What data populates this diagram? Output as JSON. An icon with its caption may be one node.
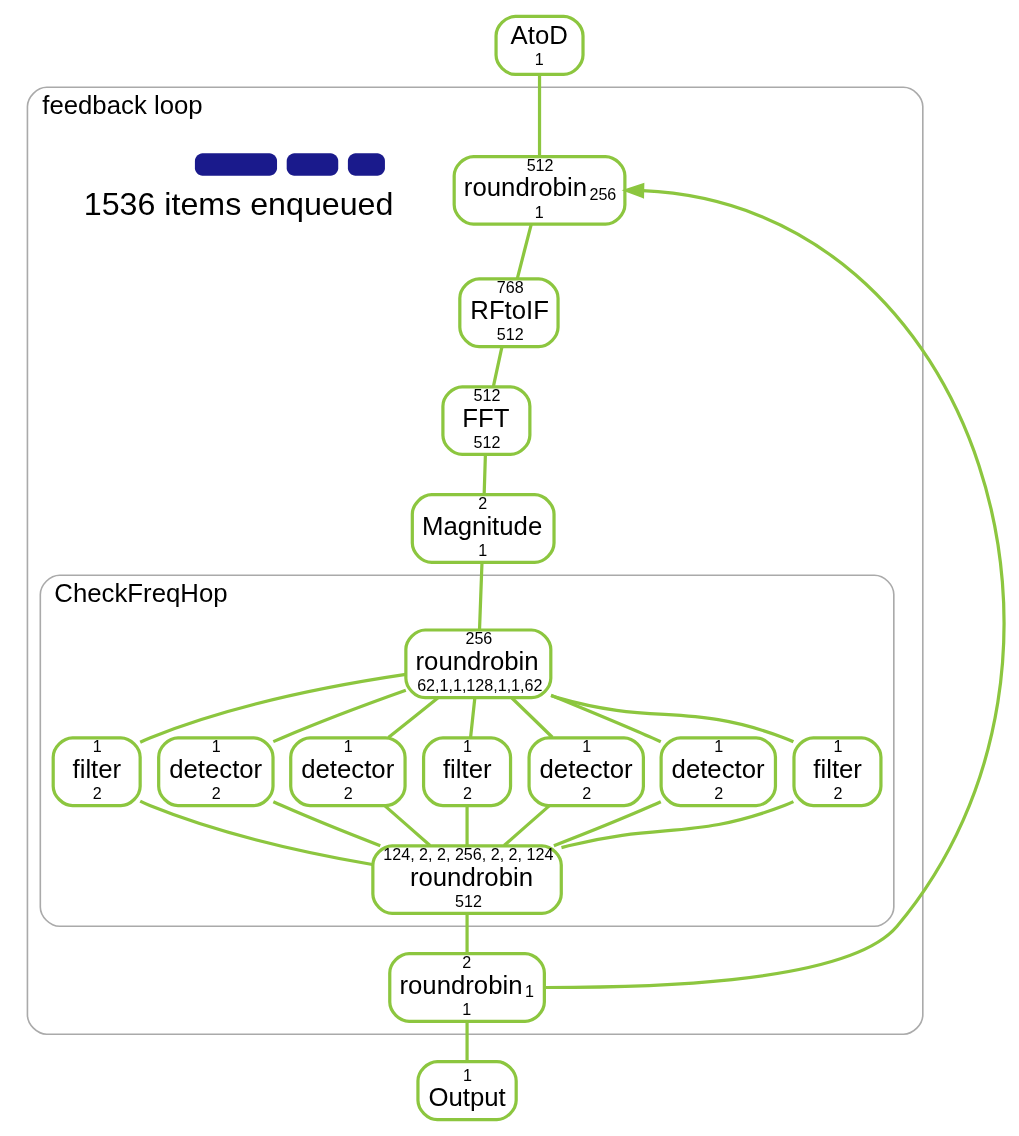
{
  "diagram": {
    "nodes": [
      {
        "text": [
          "AtoD",
          "1"
        ]
      },
      {
        "text": [
          "feedback loop"
        ]
      },
      {
        "text": [
          "512",
          "roundrobin",
          "256",
          "1"
        ],
        "in": 1
      },
      {
        "text": [
          "768",
          "RFtoIF",
          "512"
        ],
        "in": 1
      },
      {
        "text": [
          "512",
          "FFT",
          "512"
        ],
        "in": 1
      },
      {
        "text": [
          "2",
          "Magnitude",
          "1"
        ],
        "in": 1
      },
      {
        "text": [
          "CheckFreqHop"
        ],
        "in": 1
      },
      {
        "text": [
          "256",
          "roundrobin",
          "62,1,1,128,1,1,62"
        ],
        "in": 6
      },
      {
        "text": [
          "1",
          "filter",
          "2"
        ],
        "in": 6
      },
      {
        "text": [
          "1",
          "detector",
          "2"
        ],
        "in": 6
      },
      {
        "text": [
          "1",
          "detector",
          "2"
        ],
        "in": 6
      },
      {
        "text": [
          "1",
          "filter",
          "2"
        ],
        "in": 6
      },
      {
        "text": [
          "1",
          "detector",
          "2"
        ],
        "in": 6
      },
      {
        "text": [
          "1",
          "detector",
          "2"
        ],
        "in": 6
      },
      {
        "text": [
          "1",
          "filter",
          "2"
        ],
        "in": 6
      },
      {
        "text": [
          "124, 2, 2, 256, 2, 2, 124",
          "roundrobin",
          "512"
        ],
        "in": 6
      },
      {
        "text": [
          "2",
          "roundrobin",
          "1",
          "1"
        ],
        "in": 1
      },
      {
        "text": [
          "1",
          "Output"
        ]
      }
    ],
    "edges": [
      {
        "from": 0,
        "to": 2,
        "arrow": "none"
      },
      {
        "from": 2,
        "to": 3,
        "arrow": "none"
      },
      {
        "from": 3,
        "to": 4,
        "arrow": "none"
      },
      {
        "from": 4,
        "to": 5,
        "arrow": "none"
      },
      {
        "from": 5,
        "to": 7,
        "arrow": "none"
      },
      {
        "from": 7,
        "to": 8,
        "arrow": "none"
      },
      {
        "from": 7,
        "to": 9,
        "arrow": "none"
      },
      {
        "from": 7,
        "to": 10,
        "arrow": "none"
      },
      {
        "from": 7,
        "to": 11,
        "arrow": "none"
      },
      {
        "from": 7,
        "to": 12,
        "arrow": "none"
      },
      {
        "from": 7,
        "to": 13,
        "arrow": "none"
      },
      {
        "from": 7,
        "to": 14,
        "arrow": "none"
      },
      {
        "from": 8,
        "to": 15,
        "arrow": "none"
      },
      {
        "from": 9,
        "to": 15,
        "arrow": "none"
      },
      {
        "from": 10,
        "to": 15,
        "arrow": "none"
      },
      {
        "from": 11,
        "to": 15,
        "arrow": "none"
      },
      {
        "from": 12,
        "to": 15,
        "arrow": "none"
      },
      {
        "from": 13,
        "to": 15,
        "arrow": "none"
      },
      {
        "from": 14,
        "to": 15,
        "arrow": "none"
      },
      {
        "from": 15,
        "to": 16,
        "arrow": "none"
      },
      {
        "from": 16,
        "to": 17,
        "arrow": "none"
      },
      {
        "from": 16,
        "to": 2,
        "arrow": "to"
      }
    ],
    "labels": [
      "1536 items enqueued"
    ]
  }
}
